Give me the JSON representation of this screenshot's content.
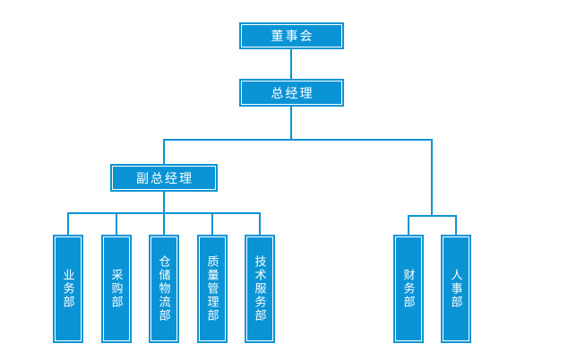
{
  "colors": {
    "node_fill": "#0a94d6",
    "node_inner_border": "#ffffff",
    "node_text": "#ffffff",
    "connector": "#0a94d6",
    "background": "#ffffff"
  },
  "org": {
    "board": "董事会",
    "general_manager": "总经理",
    "deputy_general_manager": "副总经理",
    "left_departments": [
      "业务部",
      "采购部",
      "仓储物流部",
      "质量管理部",
      "技术服务部"
    ],
    "right_departments": [
      "财务部",
      "人事部"
    ]
  }
}
